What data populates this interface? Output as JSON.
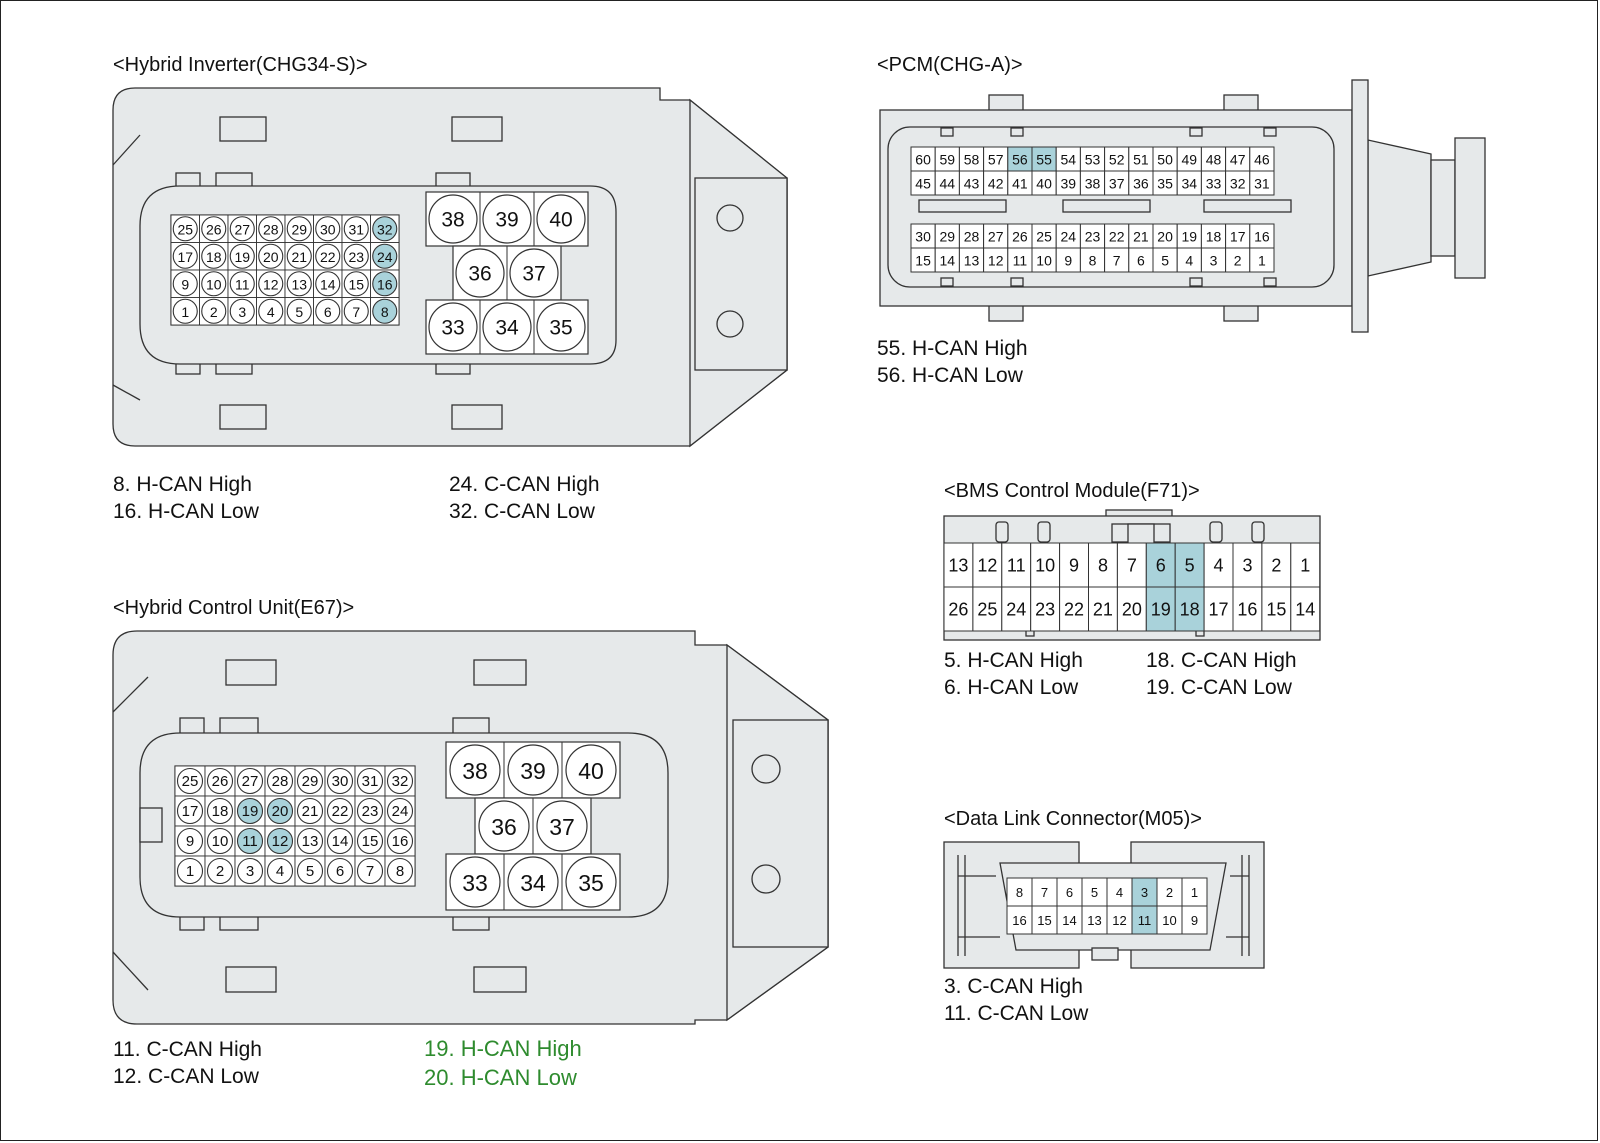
{
  "colors": {
    "body": "#e6e9ea",
    "highlight": "#a9d2da",
    "line": "#333333",
    "green": "#2e8b2e"
  },
  "inverter": {
    "title": "<Hybrid Inverter(CHG34-S)>",
    "small_rows": [
      [
        "25",
        "26",
        "27",
        "28",
        "29",
        "30",
        "31",
        "32"
      ],
      [
        "17",
        "18",
        "19",
        "20",
        "21",
        "22",
        "23",
        "24"
      ],
      [
        "9",
        "10",
        "11",
        "12",
        "13",
        "14",
        "15",
        "16"
      ],
      [
        "1",
        "2",
        "3",
        "4",
        "5",
        "6",
        "7",
        "8"
      ]
    ],
    "large_top": [
      "38",
      "39",
      "40"
    ],
    "large_mid": [
      "36",
      "37"
    ],
    "large_bot": [
      "33",
      "34",
      "35"
    ],
    "highlight": [
      "8",
      "16",
      "24",
      "32"
    ],
    "legend_left": [
      "8. H-CAN High",
      "16. H-CAN Low"
    ],
    "legend_right": [
      "24. C-CAN High",
      "32. C-CAN Low"
    ]
  },
  "hcu": {
    "title": "<Hybrid Control Unit(E67)>",
    "small_rows": [
      [
        "25",
        "26",
        "27",
        "28",
        "29",
        "30",
        "31",
        "32"
      ],
      [
        "17",
        "18",
        "19",
        "20",
        "21",
        "22",
        "23",
        "24"
      ],
      [
        "9",
        "10",
        "11",
        "12",
        "13",
        "14",
        "15",
        "16"
      ],
      [
        "1",
        "2",
        "3",
        "4",
        "5",
        "6",
        "7",
        "8"
      ]
    ],
    "large_top": [
      "38",
      "39",
      "40"
    ],
    "large_mid": [
      "36",
      "37"
    ],
    "large_bot": [
      "33",
      "34",
      "35"
    ],
    "highlight": [
      "11",
      "12",
      "19",
      "20"
    ],
    "legend_left": [
      "11. C-CAN High",
      "12. C-CAN Low"
    ],
    "legend_right": [
      "19. H-CAN High",
      "20. H-CAN Low"
    ]
  },
  "pcm": {
    "title": "<PCM(CHG-A)>",
    "rows": [
      [
        "60",
        "59",
        "58",
        "57",
        "56",
        "55",
        "54",
        "53",
        "52",
        "51",
        "50",
        "49",
        "48",
        "47",
        "46"
      ],
      [
        "45",
        "44",
        "43",
        "42",
        "41",
        "40",
        "39",
        "38",
        "37",
        "36",
        "35",
        "34",
        "33",
        "32",
        "31"
      ],
      [
        "30",
        "29",
        "28",
        "27",
        "26",
        "25",
        "24",
        "23",
        "22",
        "21",
        "20",
        "19",
        "18",
        "17",
        "16"
      ],
      [
        "15",
        "14",
        "13",
        "12",
        "11",
        "10",
        "9",
        "8",
        "7",
        "6",
        "5",
        "4",
        "3",
        "2",
        "1"
      ]
    ],
    "highlight": [
      "55",
      "56"
    ],
    "legend": [
      "55. H-CAN High",
      "56. H-CAN Low"
    ]
  },
  "bms": {
    "title": "<BMS Control Module(F71)>",
    "rows": [
      [
        "13",
        "12",
        "11",
        "10",
        "9",
        "8",
        "7",
        "6",
        "5",
        "4",
        "3",
        "2",
        "1"
      ],
      [
        "26",
        "25",
        "24",
        "23",
        "22",
        "21",
        "20",
        "19",
        "18",
        "17",
        "16",
        "15",
        "14"
      ]
    ],
    "highlight": [
      "5",
      "6",
      "18",
      "19"
    ],
    "legend_left": [
      "5. H-CAN High",
      "6. H-CAN Low"
    ],
    "legend_right": [
      "18. C-CAN High",
      "19. C-CAN Low"
    ]
  },
  "dlc": {
    "title": "<Data Link Connector(M05)>",
    "rows": [
      [
        "8",
        "7",
        "6",
        "5",
        "4",
        "3",
        "2",
        "1"
      ],
      [
        "16",
        "15",
        "14",
        "13",
        "12",
        "11",
        "10",
        "9"
      ]
    ],
    "highlight": [
      "3",
      "11"
    ],
    "legend": [
      "3. C-CAN High",
      "11. C-CAN Low"
    ]
  }
}
